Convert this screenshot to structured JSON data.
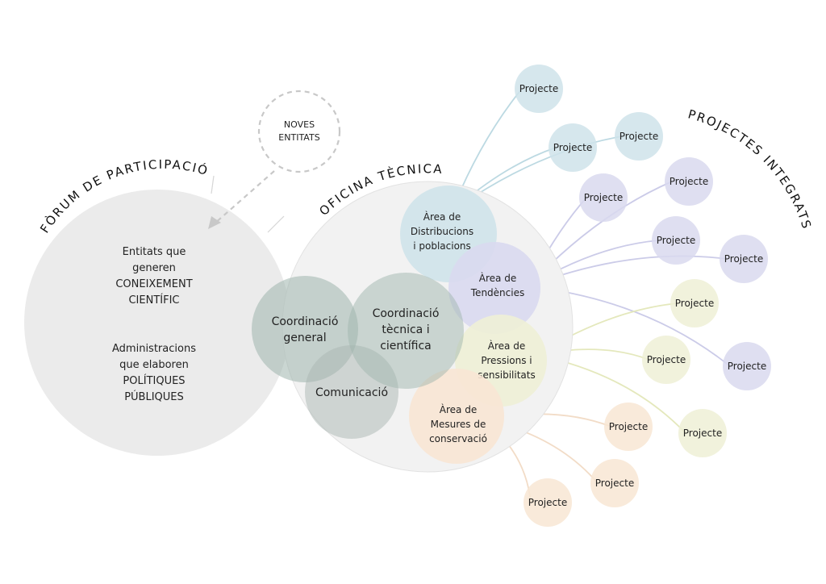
{
  "forum": {
    "title": "FÒRUM DE PARTICIPACIÓ",
    "lines1": [
      "Entitats que",
      "generen",
      "CONEIXEMENT",
      "CIENTÍFIC"
    ],
    "lines2": [
      "Administracions",
      "que elaboren",
      "POLÍTIQUES",
      "PÚBLIQUES"
    ]
  },
  "noves": {
    "lines": [
      "NOVES",
      "ENTITATS"
    ]
  },
  "oficina": {
    "title": "OFICINA TÈCNICA"
  },
  "projectes_title": "PROJECTES INTEGRATS",
  "coord_general": [
    "Coordinació",
    "general"
  ],
  "coord_tecnica": [
    "Coordinació",
    "tècnica i",
    "científica"
  ],
  "comunicacio": "Comunicació",
  "areas": [
    {
      "key": "distribucions",
      "lead": "Àrea de",
      "lines": [
        "Distribucions",
        "i poblacions"
      ],
      "fill": "#cfe3ea",
      "lead_color": "#5a99ad",
      "line_color": "#bcd9e2"
    },
    {
      "key": "tendencies",
      "lead": "Àrea de",
      "lines": [
        "Tendències"
      ],
      "fill": "#d9d9ef",
      "lead_color": "#2f2f88",
      "line_color": "#cbcbe8"
    },
    {
      "key": "pressions",
      "lead": "Àrea de",
      "lines": [
        "Pressions i",
        "sensibilitats"
      ],
      "fill": "#eef0d6",
      "lead_color": "#a9ad5a",
      "line_color": "#e4e8bc"
    },
    {
      "key": "mesures",
      "lead": "Àrea de",
      "lines": [
        "Mesures de",
        "conservació"
      ],
      "fill": "#f8e6d4",
      "lead_color": "#c99a74",
      "line_color": "#f2dcc7"
    }
  ],
  "project_label": "Projecte",
  "colors": {
    "forum_fill": "#ebebeb",
    "oficina_fill": "#f2f2f2",
    "coord_fill": "#b7c8c2",
    "comunicacio_fill": "#c9d0cd",
    "dashed": "#c8c8c8"
  }
}
